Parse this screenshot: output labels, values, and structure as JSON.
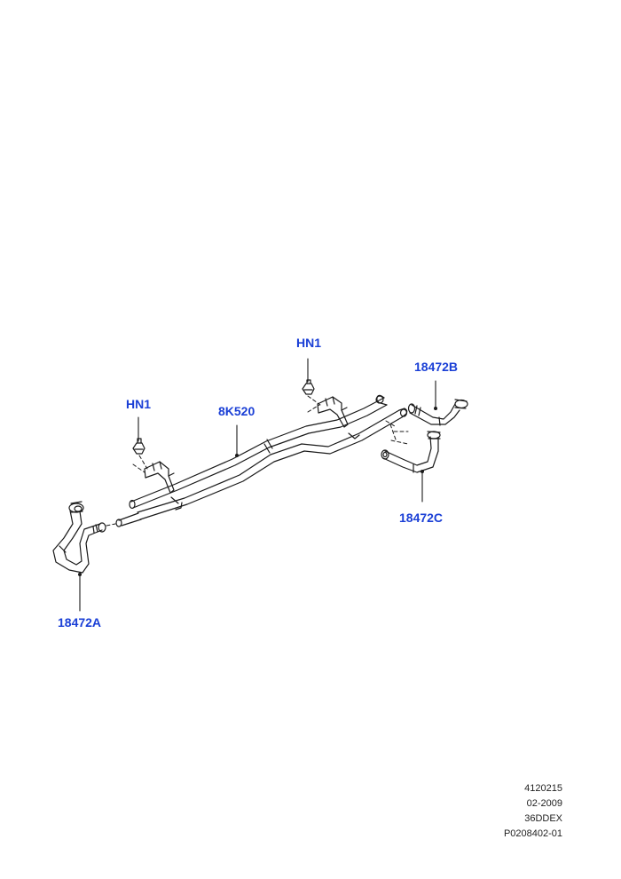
{
  "callouts": {
    "hn1_right": "HN1",
    "hn1_left": "HN1",
    "pipe": "8K520",
    "hose_b": "18472B",
    "hose_c": "18472C",
    "hose_a": "18472A"
  },
  "footer": {
    "line1": "4120215",
    "line2": "02-2009",
    "line3": "36DDEX",
    "line4": "P0208402-01"
  },
  "colors": {
    "callout": "#1a3fd6",
    "line": "#1a1a1a"
  }
}
